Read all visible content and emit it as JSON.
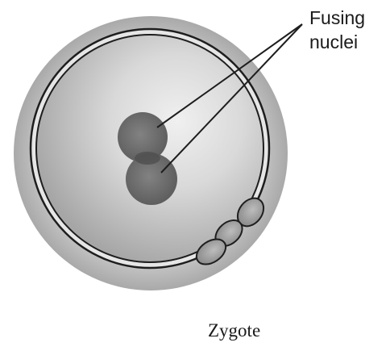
{
  "diagram": {
    "label_line1": "Fusing",
    "label_line2": "nuclei",
    "caption": "Zygote"
  },
  "colors": {
    "outer_halo": "#bdbdbd",
    "cell_fill": "#cfcfcf",
    "membrane": "#1e1e1e",
    "nucleus": "#6e6e6e",
    "polar_body": "#9a9a9a",
    "text": "#1a1a1a"
  }
}
